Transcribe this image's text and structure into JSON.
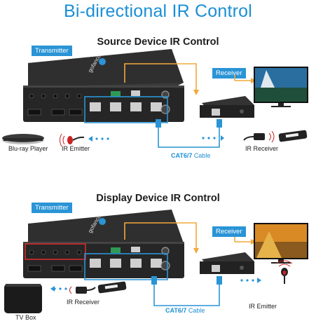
{
  "title": "Bi-directional IR Control",
  "sections": [
    {
      "heading": "Source Device IR Control",
      "transmitter_tag": "Transmitter",
      "receiver_tag": "Receiver",
      "source_label": "Blu-ray Player",
      "tx_side_ir_label": "IR Emitter",
      "rx_side_ir_label": "IR Receiver",
      "cable_bold": "CAT6/7",
      "cable_rest": " Cable"
    },
    {
      "heading": "Display Device IR Control",
      "transmitter_tag": "Transmitter",
      "receiver_tag": "Receiver",
      "source_label": "TV Box",
      "tx_side_ir_label": "IR Receiver",
      "rx_side_ir_label": "IR Emitter",
      "cable_bold": "CAT6/7",
      "cable_rest": " Cable"
    }
  ],
  "brand_logo_text": "gofanco",
  "colors": {
    "accent_blue": "#1a8fd6",
    "tag_bg": "#2a94d6",
    "arrow_orange": "#f2a93b",
    "device_body": "#2b2b2b",
    "highlight_red": "#d52b2b"
  }
}
